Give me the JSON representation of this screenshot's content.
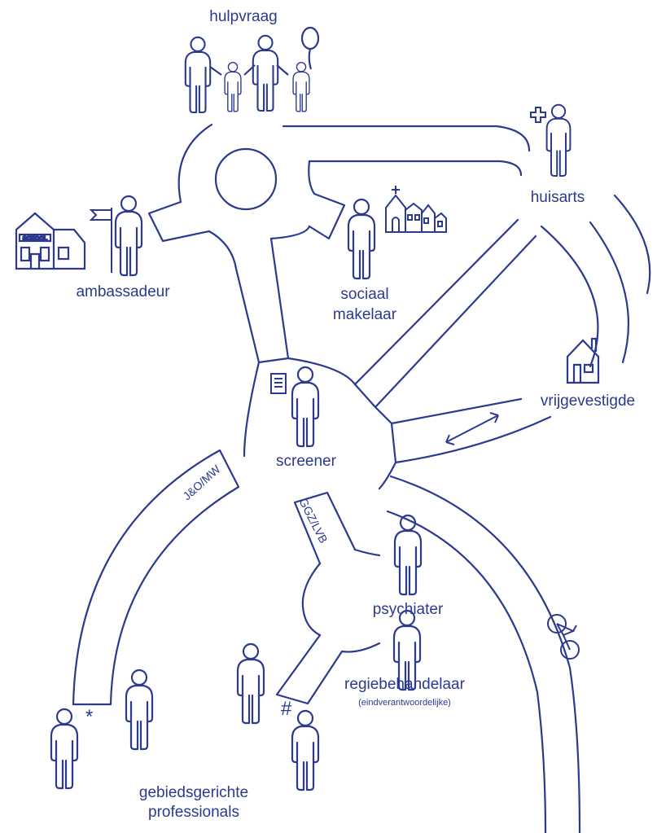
{
  "colors": {
    "ink": "#2b3a8f",
    "background": "#ffffff"
  },
  "labels": {
    "hulpvraag": "hulpvraag",
    "huisarts": "huisarts",
    "ambassadeur": "ambassadeur",
    "sociaal": "sociaal",
    "makelaar": "makelaar",
    "screener": "screener",
    "vrijgevestigde": "vrijgevestigde",
    "psychiater": "psychiater",
    "regiebehandelaar": "regiebehandelaar",
    "eindverantwoordelijke": "(eindverantwoordelijke)",
    "gebiedsgerichte": "gebiedsgerichte",
    "professionals": "professionals"
  },
  "road_labels": {
    "jomw": "J&O/MW",
    "ggzlvb": "GGZ/LVB"
  },
  "marks": {
    "asterisk": "*",
    "hash": "#"
  },
  "icons": {
    "school_sign": "SCHOOL",
    "items": [
      "family-icon",
      "balloon-icon",
      "doctor-icon",
      "medical-cross-icon",
      "school-icon",
      "flag-icon",
      "village-icon",
      "house-icon",
      "document-icon",
      "bicycle-icon",
      "two-way-arrow-icon",
      "person-icon"
    ]
  }
}
